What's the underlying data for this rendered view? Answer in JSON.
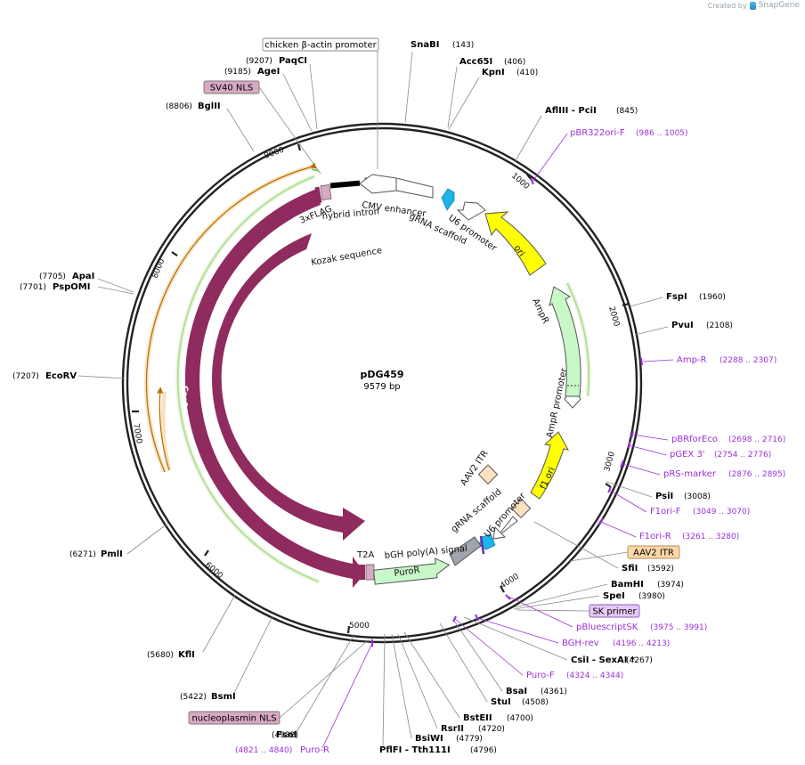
{
  "credit": {
    "prefix": "Created by",
    "brand": "SnapGene"
  },
  "plasmid": {
    "name": "pDG459",
    "size": "9579 bp"
  },
  "ticks": [
    "1000",
    "2000",
    "3000",
    "4000",
    "5000",
    "6000",
    "7000",
    "8000",
    "9000"
  ],
  "sites": [
    {
      "name": "SnaBI",
      "pos": "(143)"
    },
    {
      "name": "Acc65I",
      "pos": "(406)"
    },
    {
      "name": "KpnI",
      "pos": "(410)"
    },
    {
      "name": "AflIII  - PciI",
      "pos": "(845)"
    },
    {
      "name": "FspI",
      "pos": "(1960)"
    },
    {
      "name": "PvuI",
      "pos": "(2108)"
    },
    {
      "name": "PsiI",
      "pos": "(3008)"
    },
    {
      "name": "SfiI",
      "pos": "(3592)"
    },
    {
      "name": "BamHI",
      "pos": "(3974)"
    },
    {
      "name": "SpeI",
      "pos": "(3980)"
    },
    {
      "name": "CsiI  - SexAI *",
      "pos": "(4267)"
    },
    {
      "name": "BsaI",
      "pos": "(4361)"
    },
    {
      "name": "StuI",
      "pos": "(4508)"
    },
    {
      "name": "BstEII",
      "pos": "(4700)"
    },
    {
      "name": "RsrII",
      "pos": "(4720)"
    },
    {
      "name": "BsiWI",
      "pos": "(4779)"
    },
    {
      "name": "PflFI  - Tth111I",
      "pos": "(4796)"
    },
    {
      "name": "FseI",
      "pos": "(4932)"
    },
    {
      "name": "BsmI",
      "pos": "(5422)"
    },
    {
      "name": "KflI",
      "pos": "(5680)"
    },
    {
      "name": "PmlI",
      "pos": "(6271)"
    },
    {
      "name": "EcoRV",
      "pos": "(7207)"
    },
    {
      "name": "ApaI",
      "pos": "(7705)"
    },
    {
      "name": "PspOMI",
      "pos": "(7701)"
    },
    {
      "name": "BglII",
      "pos": "(8806)"
    },
    {
      "name": "AgeI",
      "pos": "(9185)"
    },
    {
      "name": "PaqCI",
      "pos": "(9207)"
    }
  ],
  "primers": [
    {
      "name": "pBR322ori-F",
      "range": "(986 .. 1005)"
    },
    {
      "name": "Amp-R",
      "range": "(2288 .. 2307)"
    },
    {
      "name": "pBRforEco",
      "range": "(2698 .. 2716)"
    },
    {
      "name": "pGEX 3'",
      "range": "(2754 .. 2776)"
    },
    {
      "name": "pRS-marker",
      "range": "(2876 .. 2895)"
    },
    {
      "name": "F1ori-F",
      "range": "(3049 .. 3070)"
    },
    {
      "name": "F1ori-R",
      "range": "(3261 .. 3280)"
    },
    {
      "name": "pBluescriptSK",
      "range": "(3975 .. 3991)"
    },
    {
      "name": "BGH-rev",
      "range": "(4196 .. 4213)"
    },
    {
      "name": "Puro-F",
      "range": "(4324 .. 4344)"
    },
    {
      "name": "Puro-R",
      "range": "(4821 .. 4840)"
    }
  ],
  "boxed_labels": [
    {
      "name": "chicken β-actin promoter",
      "style": "white"
    },
    {
      "name": "SV40 NLS",
      "style": "pink"
    },
    {
      "name": "AAV2 ITR",
      "style": "orange"
    },
    {
      "name": "SK primer",
      "style": "lavender"
    },
    {
      "name": "nucleoplasmin NLS",
      "style": "pink"
    }
  ],
  "features": [
    {
      "name": "CMV enhancer"
    },
    {
      "name": "hybrid intron"
    },
    {
      "name": "3xFLAG"
    },
    {
      "name": "Kozak sequence"
    },
    {
      "name": "U6 promoter"
    },
    {
      "name": "gRNA scaffold"
    },
    {
      "name": "ori"
    },
    {
      "name": "AmpR"
    },
    {
      "name": "AmpR promoter"
    },
    {
      "name": "f1 ori"
    },
    {
      "name": "AAV2 ITR"
    },
    {
      "name": "U6 promoter"
    },
    {
      "name": "gRNA scaffold"
    },
    {
      "name": "bGH poly(A) signal"
    },
    {
      "name": "PuroR"
    },
    {
      "name": "T2A"
    },
    {
      "name": "Cas9"
    },
    {
      "name": "Cas9"
    }
  ],
  "colors": {
    "cas9": "#8f2b5e",
    "ori": "#ffff00",
    "ampr": "#c8f7c8",
    "puror": "#c8f7c8",
    "itr": "#ffe1bf",
    "u6": "#1cb5e8",
    "nls": "#d9a8c3",
    "primer": "#9b30d9",
    "orange_arc": "#f0ad4e",
    "green_arc": "#6dbf3c",
    "bgh": "#a0a4ad"
  }
}
